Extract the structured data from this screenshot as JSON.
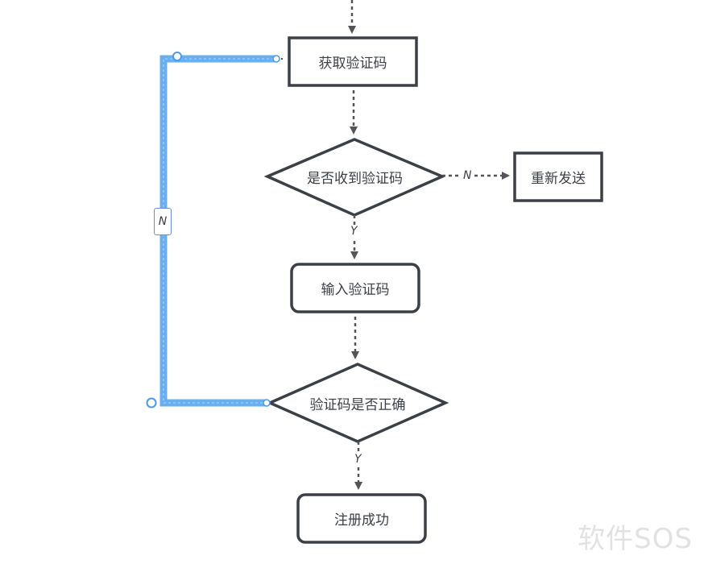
{
  "nodes": {
    "get_code": "获取验证码",
    "received": "是否收到验证码",
    "resend": "重新发送",
    "input_code": "输入验证码",
    "correct": "验证码是否正确",
    "success": "注册成功"
  },
  "edges": {
    "received_no": "N",
    "received_yes": "Y",
    "correct_yes": "Y",
    "correct_no": "N"
  },
  "watermark": "软件SOS",
  "colors": {
    "stroke": "#3b3f46",
    "arrow": "#555555",
    "selection": "#58a6f0",
    "label_border": "#6b8fd6"
  }
}
